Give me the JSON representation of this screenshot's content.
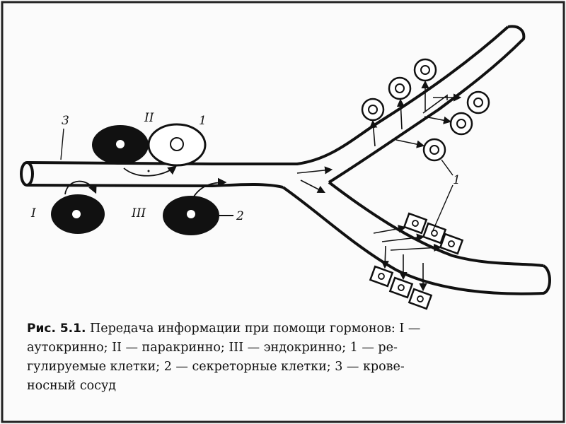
{
  "figure": {
    "labels": {
      "vessel_number": "3",
      "autocrine": "I",
      "paracrine": "II",
      "endocrine": "III",
      "regulated_cell_number": "1",
      "regulated_cells_number": "1",
      "secretory_cell_number": "2"
    },
    "colors": {
      "ink": "#111111",
      "paper": "#fbfbfb"
    }
  },
  "caption": {
    "lead": "Рис. 5.1.",
    "line1": "Передача информации при помощи гормонов: I —",
    "line2": "аутокринно; II — паракринно; III — эндокринно; 1 — ре-",
    "line3": "гулируемые клетки; 2 — секреторные клетки; 3 — крове-",
    "line4": "носный сосуд"
  }
}
